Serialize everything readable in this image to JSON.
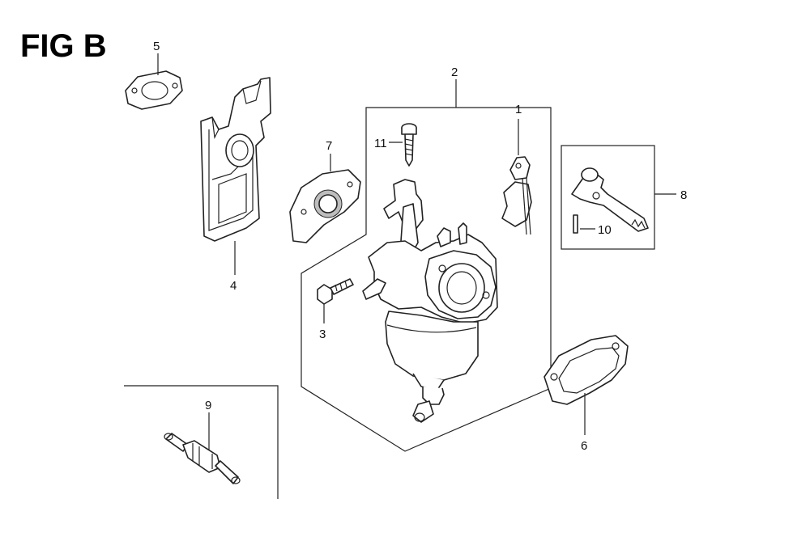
{
  "figure_title": "FIG B",
  "callouts": {
    "c1": "1",
    "c2": "2",
    "c3": "3",
    "c4": "4",
    "c5": "5",
    "c6": "6",
    "c7": "7",
    "c8": "8",
    "c9": "9",
    "c10": "10",
    "c11": "11"
  }
}
